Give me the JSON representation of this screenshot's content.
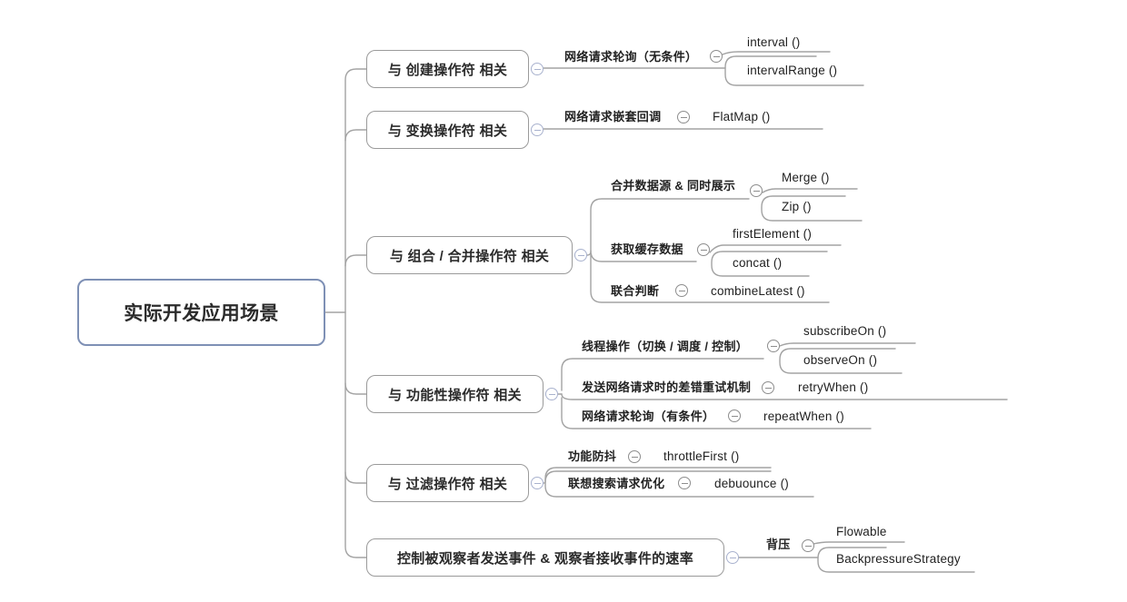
{
  "colors": {
    "connector": "#a3a3a3",
    "branch_border": "#9a9a9a",
    "root_border": "#7e90b5",
    "text": "#2b2b2b",
    "background": "#ffffff"
  },
  "root": {
    "label": "实际开发应用场景"
  },
  "branches": [
    {
      "label": "与 创建操作符 相关",
      "children": [
        {
          "label": "网络请求轮询（无条件）",
          "children": [
            {
              "label": "interval ()"
            },
            {
              "label": "intervalRange ()"
            }
          ]
        }
      ]
    },
    {
      "label": "与 变换操作符 相关",
      "children": [
        {
          "label": "网络请求嵌套回调",
          "children": [
            {
              "label": "FlatMap ()"
            }
          ]
        }
      ]
    },
    {
      "label": "与 组合 / 合并操作符 相关",
      "children": [
        {
          "label": "合并数据源 & 同时展示",
          "children": [
            {
              "label": "Merge ()"
            },
            {
              "label": "Zip ()"
            }
          ]
        },
        {
          "label": "获取缓存数据",
          "children": [
            {
              "label": "firstElement ()"
            },
            {
              "label": "concat ()"
            }
          ]
        },
        {
          "label": "联合判断",
          "children": [
            {
              "label": "combineLatest ()"
            }
          ]
        }
      ]
    },
    {
      "label": "与 功能性操作符 相关",
      "children": [
        {
          "label": "线程操作（切换 / 调度 / 控制）",
          "children": [
            {
              "label": "subscribeOn ()"
            },
            {
              "label": "observeOn ()"
            }
          ]
        },
        {
          "label": "发送网络请求时的差错重试机制",
          "children": [
            {
              "label": "retryWhen ()"
            }
          ]
        },
        {
          "label": "网络请求轮询（有条件）",
          "children": [
            {
              "label": "repeatWhen ()"
            }
          ]
        }
      ]
    },
    {
      "label": "与 过滤操作符 相关",
      "children": [
        {
          "label": "功能防抖",
          "children": [
            {
              "label": "throttleFirst ()"
            }
          ]
        },
        {
          "label": "联想搜索请求优化",
          "children": [
            {
              "label": "debuounce ()"
            }
          ]
        }
      ]
    },
    {
      "label": "控制被观察者发送事件 & 观察者接收事件的速率",
      "children": [
        {
          "label": "背压",
          "children": [
            {
              "label": "Flowable"
            },
            {
              "label": "BackpressureStrategy"
            }
          ]
        }
      ]
    }
  ]
}
